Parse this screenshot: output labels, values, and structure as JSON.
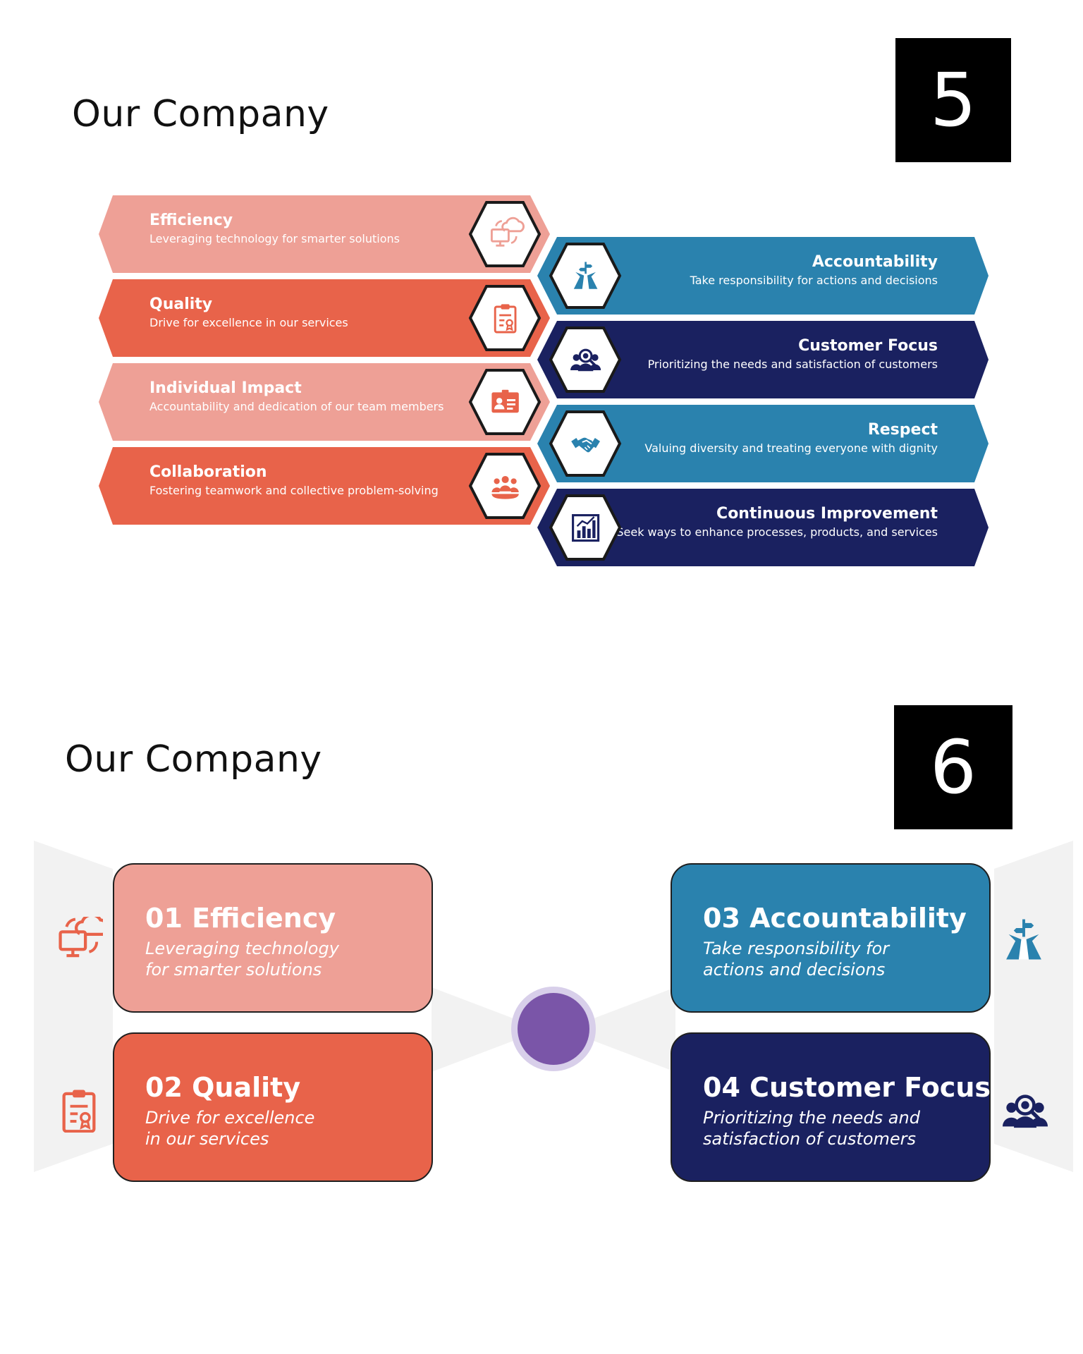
{
  "slide5": {
    "title": "Our Company",
    "number": "5",
    "left_items": [
      {
        "title": "Efficiency",
        "subtitle": "Leveraging technology for smarter solutions",
        "icon": "computer-cloud-icon",
        "color": "#EEA096"
      },
      {
        "title": "Quality",
        "subtitle": "Drive for excellence in our services",
        "icon": "clipboard-certificate-icon",
        "color": "#E8634A"
      },
      {
        "title": "Individual Impact",
        "subtitle": "Accountability and dedication of our team members",
        "icon": "id-card-icon",
        "color": "#EEA096"
      },
      {
        "title": "Collaboration",
        "subtitle": "Fostering teamwork and collective problem-solving",
        "icon": "team-group-icon",
        "color": "#E8634A"
      }
    ],
    "right_items": [
      {
        "title": "Accountability",
        "subtitle": "Take responsibility for actions and decisions",
        "icon": "road-signpost-icon",
        "color": "#2A82AE"
      },
      {
        "title": "Customer Focus",
        "subtitle": "Prioritizing the needs and satisfaction of customers",
        "icon": "customer-group-icon",
        "color": "#1A2160"
      },
      {
        "title": "Respect",
        "subtitle": "Valuing diversity and treating everyone with dignity",
        "icon": "handshake-icon",
        "color": "#2A82AE"
      },
      {
        "title": "Continuous Improvement",
        "subtitle": "Seek ways to enhance processes, products, and services",
        "icon": "bar-chart-icon",
        "color": "#1A2160"
      }
    ]
  },
  "slide6": {
    "title": "Our Company",
    "number": "6",
    "cards": [
      {
        "title": "01 Efficiency",
        "subtitle": "Leveraging technology\nfor smarter solutions",
        "icon": "computer-cloud-icon",
        "color": "#EEA096"
      },
      {
        "title": "02 Quality",
        "subtitle": "Drive for excellence\nin our services",
        "icon": "clipboard-certificate-icon",
        "color": "#E8634A"
      },
      {
        "title": "03 Accountability",
        "subtitle": "Take responsibility for\nactions and decisions",
        "icon": "road-signpost-icon",
        "color": "#2A82AE"
      },
      {
        "title": "04 Customer Focus",
        "subtitle": "Prioritizing the needs and\nsatisfaction of customers",
        "icon": "customer-group-icon",
        "color": "#1A2160"
      }
    ],
    "hub_color": "#7A55A8"
  }
}
